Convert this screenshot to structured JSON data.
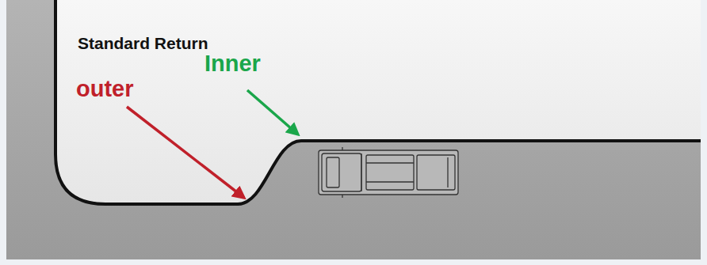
{
  "diagram": {
    "title": "Standard Return",
    "labels": [
      "outer",
      "Inner"
    ]
  }
}
